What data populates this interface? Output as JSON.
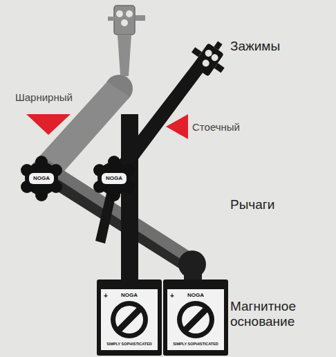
{
  "diagram": {
    "labels": [
      "Зажимы",
      "Шарнирный",
      "Стоечный",
      "Рычаги",
      "Магнитное основание",
      "NOGA",
      "NOGA",
      "+",
      "NOGA",
      "SIMPLY SOPHISTICATED",
      "+",
      "NOGA",
      "SIMPLY SOPHISTICATED"
    ]
  }
}
